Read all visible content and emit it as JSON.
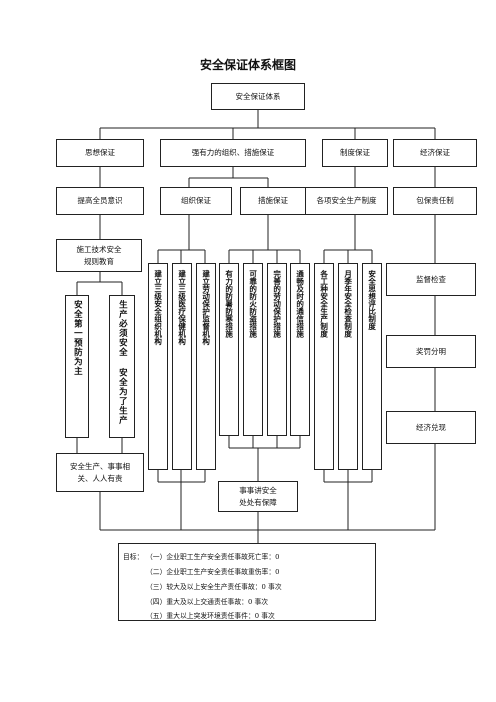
{
  "title": "安全保证体系框图",
  "root": "安全保证体系",
  "level1": [
    "思想保证",
    "强有力的组织、措施保证",
    "制度保证",
    "经济保证"
  ],
  "level2": [
    "提高全员意识",
    "组织保证",
    "措施保证",
    "各项安全生产制度",
    "包保责任制"
  ],
  "thought": {
    "education": [
      "施工技术安全",
      "规则教育"
    ],
    "principle": "安全第一预防为主",
    "production": "生产必须安全 安全为了生产",
    "responsibility": [
      "安全生产、事事相",
      "关、人人有责"
    ]
  },
  "org_measures": [
    "建立三级安全组织机构",
    "建立三级医疗保健机构",
    "建立劳动保护监督机构",
    "有力的防暑防寒措施",
    "可靠的防火防盗措施",
    "完善的劳动保护措施",
    "通畅及时的通信措施"
  ],
  "systems": [
    "各工种安全生产制度",
    "月季年安全检查制度",
    "安全思想评比制度"
  ],
  "economic": [
    "监督检查",
    "奖罚分明",
    "经济兑现"
  ],
  "bottom_center": [
    "事事讲安全",
    "处处有保障"
  ],
  "goals": {
    "prefix": "目标：",
    "lines": [
      "（一）企业职工生产安全责任事故死亡率：0",
      "（二）企业职工生产安全责任事故重伤率：0",
      "（三）较大及以上安全生产责任事故：0 事次",
      "（四）重大及以上交通责任事故：0 事次",
      "（五）重大以上突发环境责任事件：0 事次"
    ]
  }
}
